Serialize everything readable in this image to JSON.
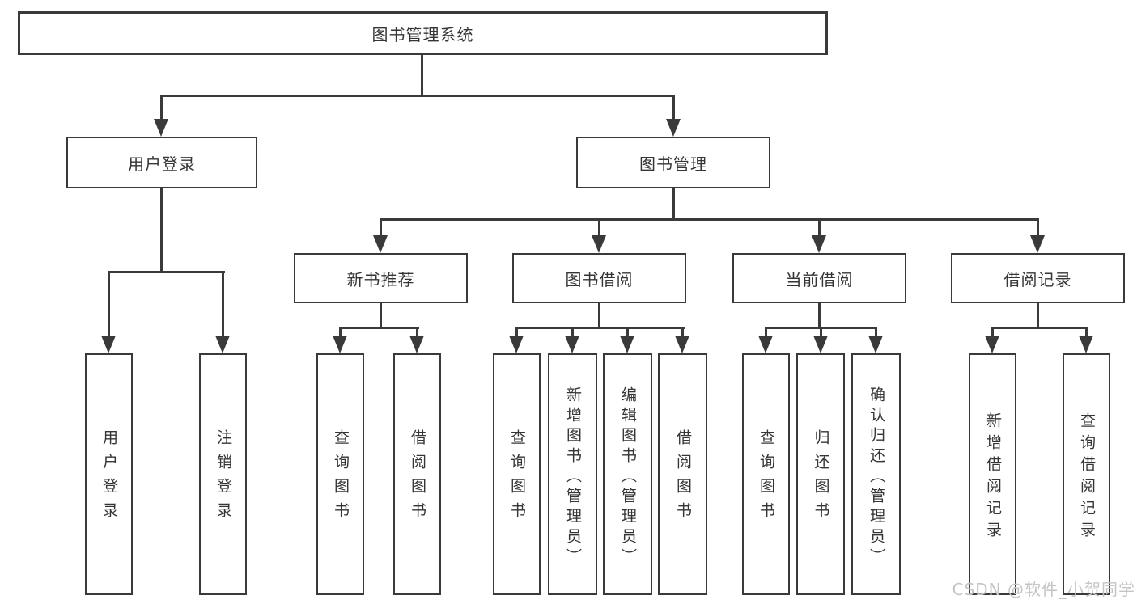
{
  "title": "图书管理系统",
  "level2": {
    "user_login": "用户登录",
    "book_management": "图书管理"
  },
  "level3": {
    "new_book_recommend": "新书推荐",
    "book_borrow": "图书借阅",
    "current_borrow": "当前借阅",
    "borrow_records": "借阅记录"
  },
  "leaves": {
    "user_login": "用户登录",
    "logout": "注销登录",
    "nbr_query_books": "查询图书",
    "nbr_borrow_books": "借阅图书",
    "bb_query_books": "查询图书",
    "bb_add_books_admin": "新增图书（管理员）",
    "bb_edit_books_admin": "编辑图书（管理员）",
    "bb_borrow_books": "借阅图书",
    "cb_query_books": "查询图书",
    "cb_return_books": "归还图书",
    "cb_confirm_return_admin": "确认归还（管理员）",
    "br_add_record": "新增借阅记录",
    "br_query_record": "查询借阅记录"
  },
  "watermark": "CSDN @软件_小贺同学",
  "colors": {
    "line": "#3a3a3a",
    "text": "#353535",
    "box-bg": "#ffffff",
    "background": "#ffffff",
    "watermark": "#c4c4c4"
  }
}
